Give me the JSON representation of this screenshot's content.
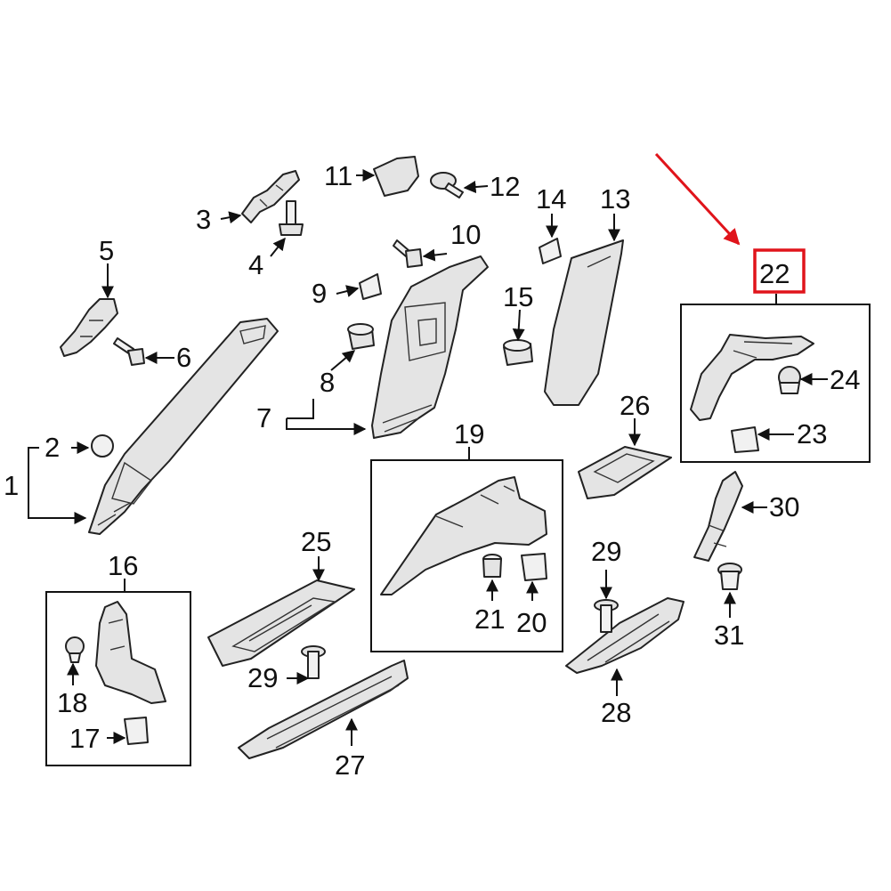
{
  "callouts": {
    "c1": "1",
    "c2": "2",
    "c3": "3",
    "c4": "4",
    "c5": "5",
    "c6": "6",
    "c7": "7",
    "c8": "8",
    "c9": "9",
    "c10": "10",
    "c11": "11",
    "c12": "12",
    "c13": "13",
    "c14": "14",
    "c15": "15",
    "c16": "16",
    "c17": "17",
    "c18": "18",
    "c19": "19",
    "c20": "20",
    "c21": "21",
    "c22": "22",
    "c23": "23",
    "c24": "24",
    "c25": "25",
    "c26": "26",
    "c27": "27",
    "c28": "28",
    "c29a": "29",
    "c29b": "29",
    "c30": "30",
    "c31": "31"
  },
  "highlight": {
    "color": "#e0141b",
    "callout": "22"
  }
}
